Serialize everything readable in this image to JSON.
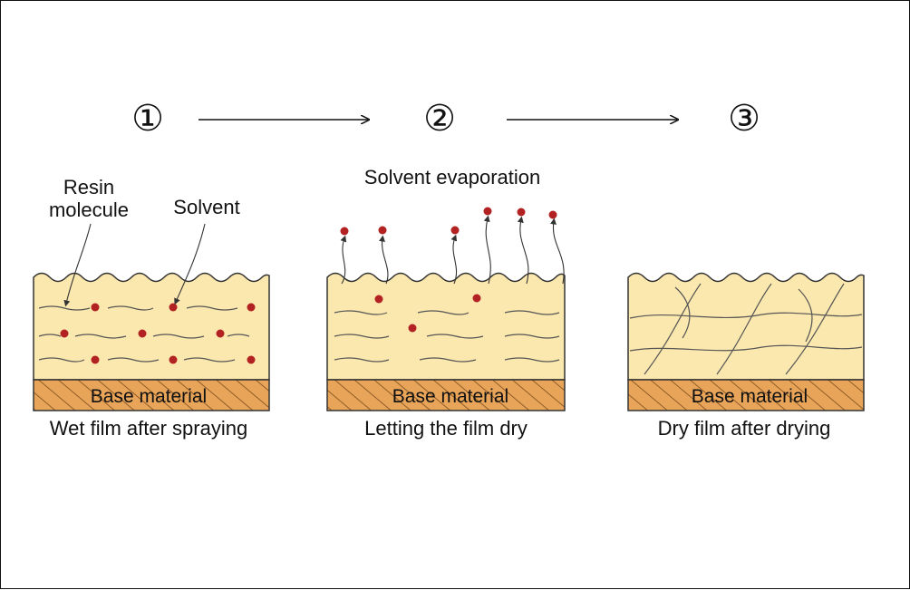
{
  "steps": {
    "one": "①",
    "two": "②",
    "three": "③"
  },
  "callouts": {
    "resin_line1": "Resin",
    "resin_line2": "molecule",
    "solvent": "Solvent",
    "evaporation": "Solvent evaporation"
  },
  "panels": {
    "wet": {
      "base": "Base material",
      "caption": "Wet film after spraying"
    },
    "drying": {
      "base": "Base material",
      "caption": "Letting the film dry"
    },
    "dry": {
      "base": "Base material",
      "caption": "Dry film after drying"
    }
  },
  "colors": {
    "film": "#FBE8AE",
    "base": "#E8A55A",
    "solvent_dot": "#B22222",
    "outline": "#333333"
  }
}
